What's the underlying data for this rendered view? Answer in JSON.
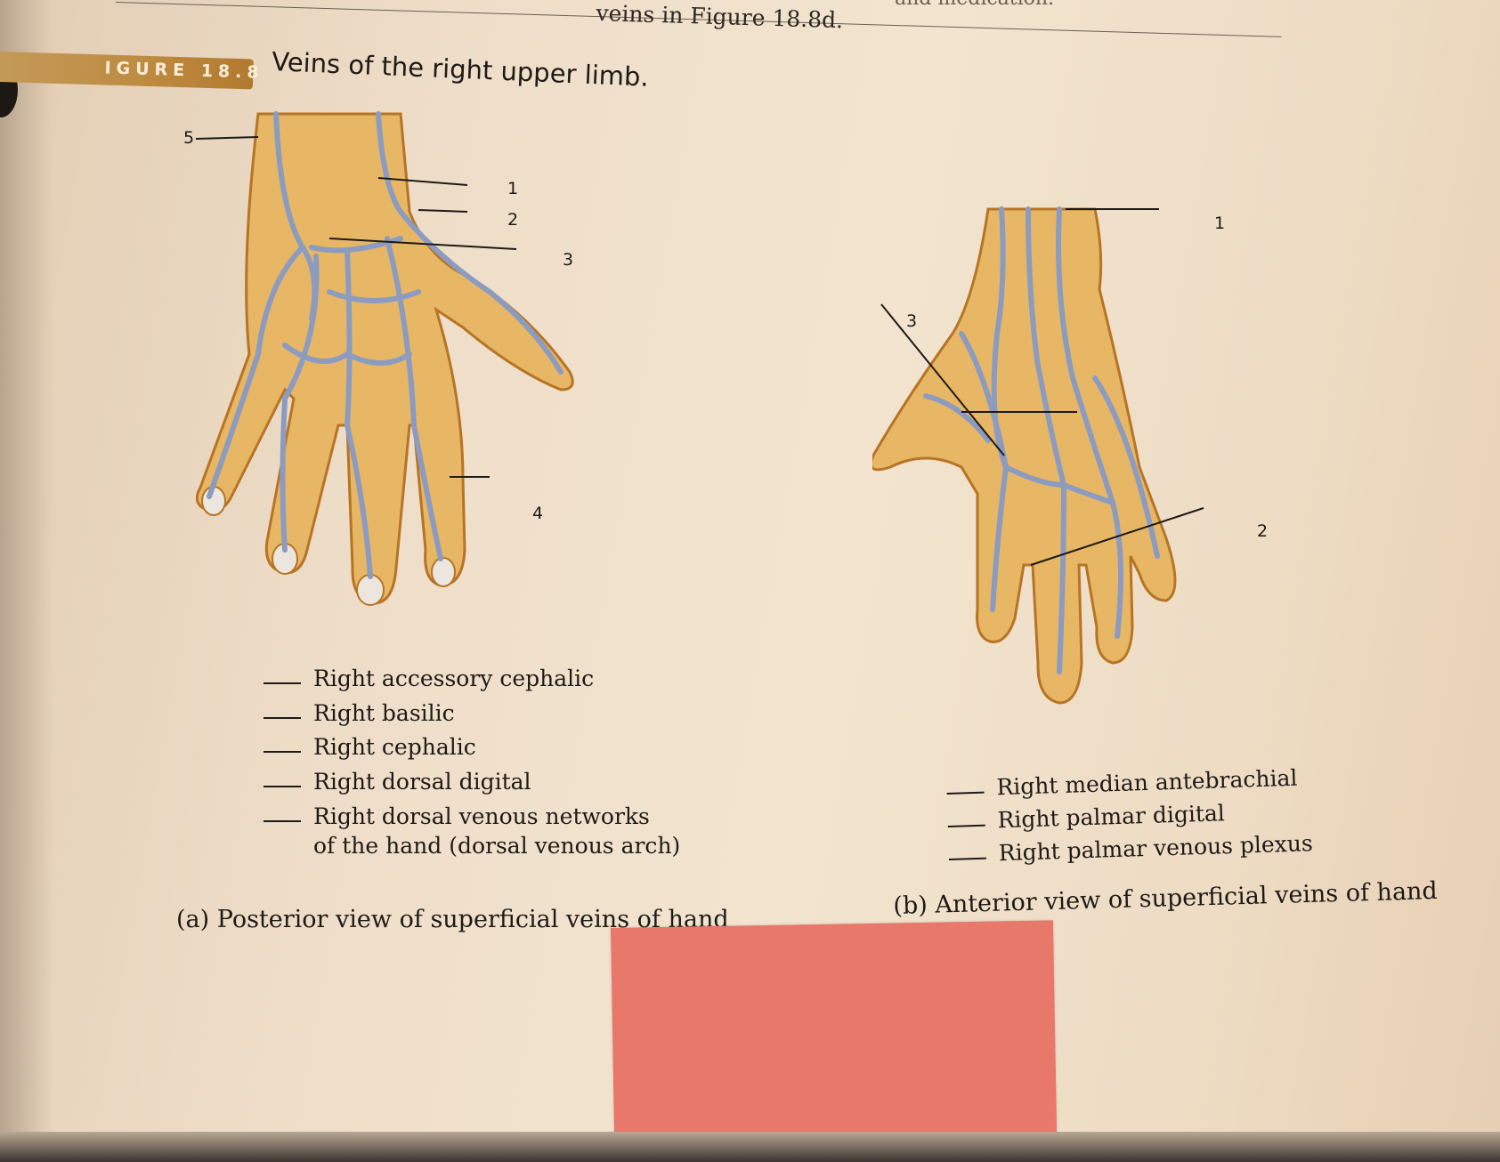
{
  "header": {
    "top_text": "veins in Figure 18.8d.",
    "top_text_right": "and medication.",
    "figure_badge": "IGURE 18.8",
    "figure_title": "Veins of the right upper limb."
  },
  "panel_a": {
    "callouts": [
      "5",
      "1",
      "2",
      "3",
      "4"
    ],
    "terms": [
      "Right accessory cephalic",
      "Right basilic",
      "Right cephalic",
      "Right dorsal digital",
      "Right dorsal venous networks",
      "of the hand (dorsal venous arch)"
    ],
    "caption": "(a) Posterior view of superficial veins of hand"
  },
  "panel_b": {
    "callouts": [
      "1",
      "3",
      "2"
    ],
    "terms": [
      "Right median antebrachial",
      "Right palmar digital",
      "Right palmar venous plexus"
    ],
    "caption": "(b) Anterior view of superficial veins of hand"
  },
  "colors": {
    "skin": "#e7b765",
    "skin_outline": "#b77425",
    "vein": "#8c9bc0",
    "sticky_note": "#e8786a"
  }
}
